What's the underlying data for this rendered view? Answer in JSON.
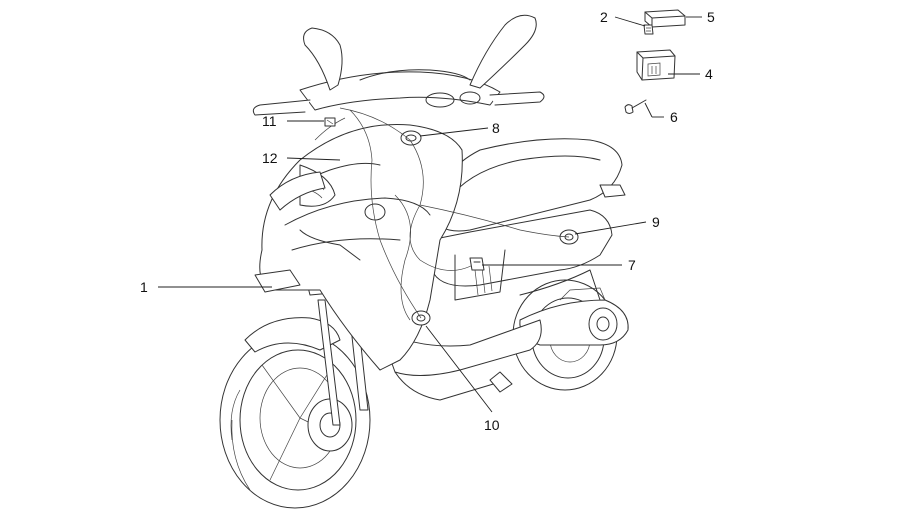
{
  "callouts": [
    "1",
    "2",
    "4",
    "5",
    "6",
    "7",
    "8",
    "9",
    "10",
    "11",
    "12"
  ]
}
